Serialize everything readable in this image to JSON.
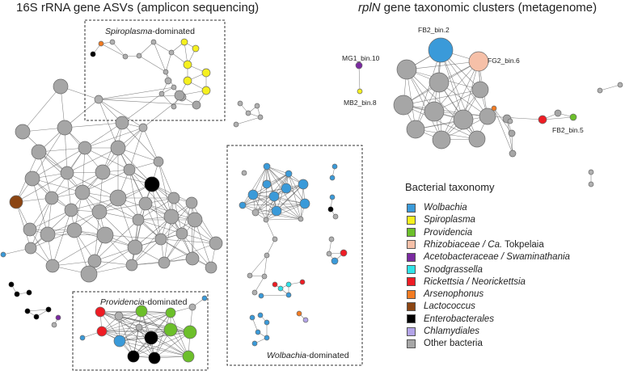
{
  "left_title": "16S rRNA gene ASVs (amplicon sequencing)",
  "right_title_italic": "rplN",
  "right_title_rest": " gene taxonomic clusters (metagenome)",
  "boxes": {
    "spiroplasma": {
      "italic": "Spiroplasma",
      "rest": "-dominated"
    },
    "providencia": {
      "italic": "Providencia",
      "rest": "-dominated"
    },
    "wolbachia": {
      "italic": "Wolbachia",
      "rest": "-dominated"
    }
  },
  "node_labels": {
    "fb2_bin2": "FB2_bin.2",
    "fg2_bin6": "FG2_bin.6",
    "mg1_bin10": "MG1_bin.10",
    "mb2_bin8": "MB2_bin.8",
    "fb2_bin5": "FB2_bin.5"
  },
  "legend": {
    "title": "Bacterial taxonomy",
    "items": [
      {
        "label": "Wolbachia",
        "italic": true,
        "color": "#3a9ad9"
      },
      {
        "label": "Spiroplasma",
        "italic": true,
        "color": "#f5f01e"
      },
      {
        "label": "Providencia",
        "italic": true,
        "color": "#6cbf2a"
      },
      {
        "label": "Rhizobiaceae / Ca. Tokpelaia",
        "italic": true,
        "color": "#f6c0a8"
      },
      {
        "label": "Acetobacteraceae / Swaminathania",
        "italic": true,
        "color": "#7a2aa0"
      },
      {
        "label": "Snodgrassella",
        "italic": true,
        "color": "#2ee3e8"
      },
      {
        "label": "Rickettsia / Neorickettsia",
        "italic": true,
        "color": "#ee1c24"
      },
      {
        "label": "Arsenophonus",
        "italic": true,
        "color": "#f27b22"
      },
      {
        "label": "Lactococcus",
        "italic": true,
        "color": "#8b4513"
      },
      {
        "label": "Enterobacterales",
        "italic": true,
        "color": "#000000"
      },
      {
        "label": "Chlamydiales",
        "italic": true,
        "color": "#b3a4e8"
      },
      {
        "label": "Other bacteria",
        "italic": false,
        "color": "#a6a6a6"
      }
    ]
  },
  "colors": {
    "edge": "#555555",
    "node_stroke": "#6a6a6a",
    "box_stroke": "#333333"
  }
}
